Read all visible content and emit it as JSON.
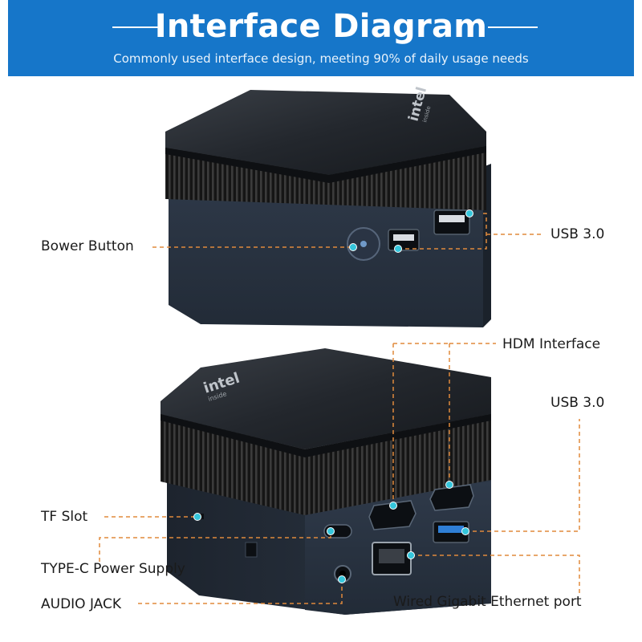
{
  "header": {
    "title": "Interface Diagram",
    "subtitle": "Commonly used interface design, meeting 90% of daily usage needs",
    "background_color": "#1676c9"
  },
  "device": {
    "brand_logo": "intel",
    "brand_logo_sub": "inside"
  },
  "callouts": {
    "power_button": "Bower Button",
    "usb_front": "USB 3.0",
    "hdmi": "HDM Interface",
    "usb_rear": "USB 3.0",
    "tf_slot": "TF Slot",
    "type_c": "TYPE-C Power Supply",
    "audio_jack": "AUDIO JACK",
    "ethernet": "Wired Gigabit Ethernet port"
  },
  "colors": {
    "leader_line": "#e08a3c",
    "marker_dot": "#35c6dc",
    "usb3_port_blue": "#2f7fd6"
  }
}
